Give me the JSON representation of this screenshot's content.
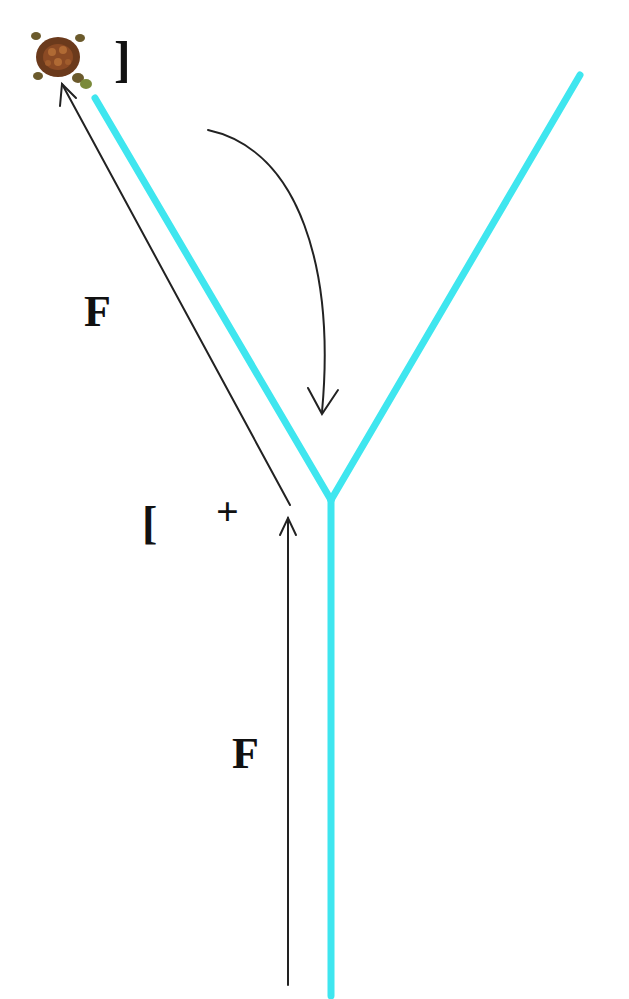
{
  "diagram": {
    "labels": [
      "]",
      "F",
      "[",
      "+",
      "F"
    ]
  }
}
